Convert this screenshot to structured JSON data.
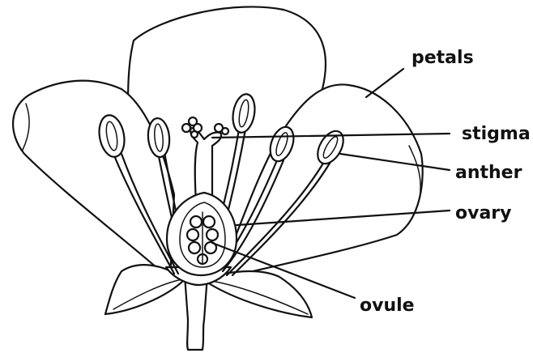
{
  "diagram": {
    "labels": {
      "petals": "petals",
      "stigma": "stigma",
      "anther": "anther",
      "ovary": "ovary",
      "ovule": "ovule"
    }
  }
}
